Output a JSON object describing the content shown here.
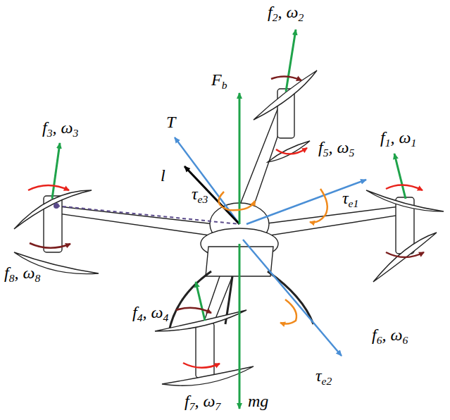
{
  "diagram": {
    "labels": [
      "f2, ω2",
      "Fb",
      "T",
      "τe3",
      "l",
      "f3, ω3",
      "f5, ω5",
      "f1, ω1",
      "τe1",
      "f8, ω8",
      "f4, ω4",
      "f6, ω6",
      "τe2",
      "f7, ω7",
      "mg"
    ]
  }
}
